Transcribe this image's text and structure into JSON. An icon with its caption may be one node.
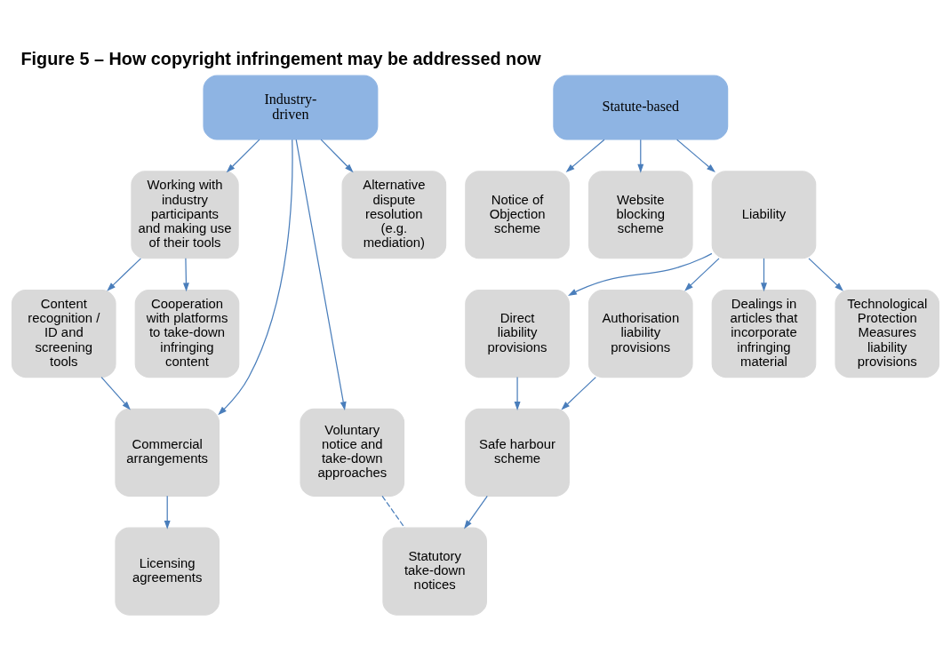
{
  "diagram": {
    "title": "Figure 5 – How copyright infringement may be addressed now",
    "nodes": [
      {
        "text": [
          "Industry-driven"
        ]
      },
      {
        "text": [
          "Working with industry participants and making use of their tools"
        ]
      },
      {
        "text": [
          "Commercial arrangements"
        ]
      },
      {
        "text": [
          "Voluntary notice and take-down approaches"
        ]
      },
      {
        "text": [
          "Alternative dispute resolution (e.g. mediation)"
        ]
      },
      {
        "text": [
          "Content recognition / ID and screening tools"
        ]
      },
      {
        "text": [
          "Licensing agreements"
        ]
      },
      {
        "text": [
          "Cooperation with platforms to take-down infringing content"
        ]
      },
      {
        "text": [
          "Statute-based"
        ]
      },
      {
        "text": [
          "Notice of Objection scheme"
        ]
      },
      {
        "text": [
          "Website blocking scheme"
        ]
      },
      {
        "text": [
          "Liability"
        ]
      },
      {
        "text": [
          "Direct liability provisions"
        ]
      },
      {
        "text": [
          "Authorisation liability provisions"
        ]
      },
      {
        "text": [
          "Dealings in articles that incorporate infringing material"
        ]
      },
      {
        "text": [
          "Technological Protection Measures liability provisions"
        ]
      },
      {
        "text": [
          "Statutory take-down notices"
        ]
      },
      {
        "text": [
          "Safe harbour scheme"
        ]
      }
    ],
    "edges": [
      {
        "from": 0,
        "to": 1,
        "arrow": "to"
      },
      {
        "from": 0,
        "to": 2,
        "arrow": "to"
      },
      {
        "from": 0,
        "to": 3,
        "arrow": "to"
      },
      {
        "from": 0,
        "to": 4,
        "arrow": "to"
      },
      {
        "from": 1,
        "to": 5,
        "arrow": "to"
      },
      {
        "from": 1,
        "to": 7,
        "arrow": "to"
      },
      {
        "from": 5,
        "to": 2,
        "arrow": "to"
      },
      {
        "from": 2,
        "to": 6,
        "arrow": "to"
      },
      {
        "from": 3,
        "to": 16,
        "arrow": "none",
        "style": "dashed"
      },
      {
        "from": 8,
        "to": 9,
        "arrow": "to"
      },
      {
        "from": 8,
        "to": 10,
        "arrow": "to"
      },
      {
        "from": 8,
        "to": 11,
        "arrow": "to"
      },
      {
        "from": 11,
        "to": 12,
        "arrow": "to"
      },
      {
        "from": 11,
        "to": 13,
        "arrow": "to"
      },
      {
        "from": 11,
        "to": 14,
        "arrow": "to"
      },
      {
        "from": 11,
        "to": 15,
        "arrow": "to"
      },
      {
        "from": 12,
        "to": 17,
        "arrow": "to"
      },
      {
        "from": 13,
        "to": 17,
        "arrow": "to"
      },
      {
        "from": 17,
        "to": 16,
        "arrow": "to"
      }
    ]
  }
}
